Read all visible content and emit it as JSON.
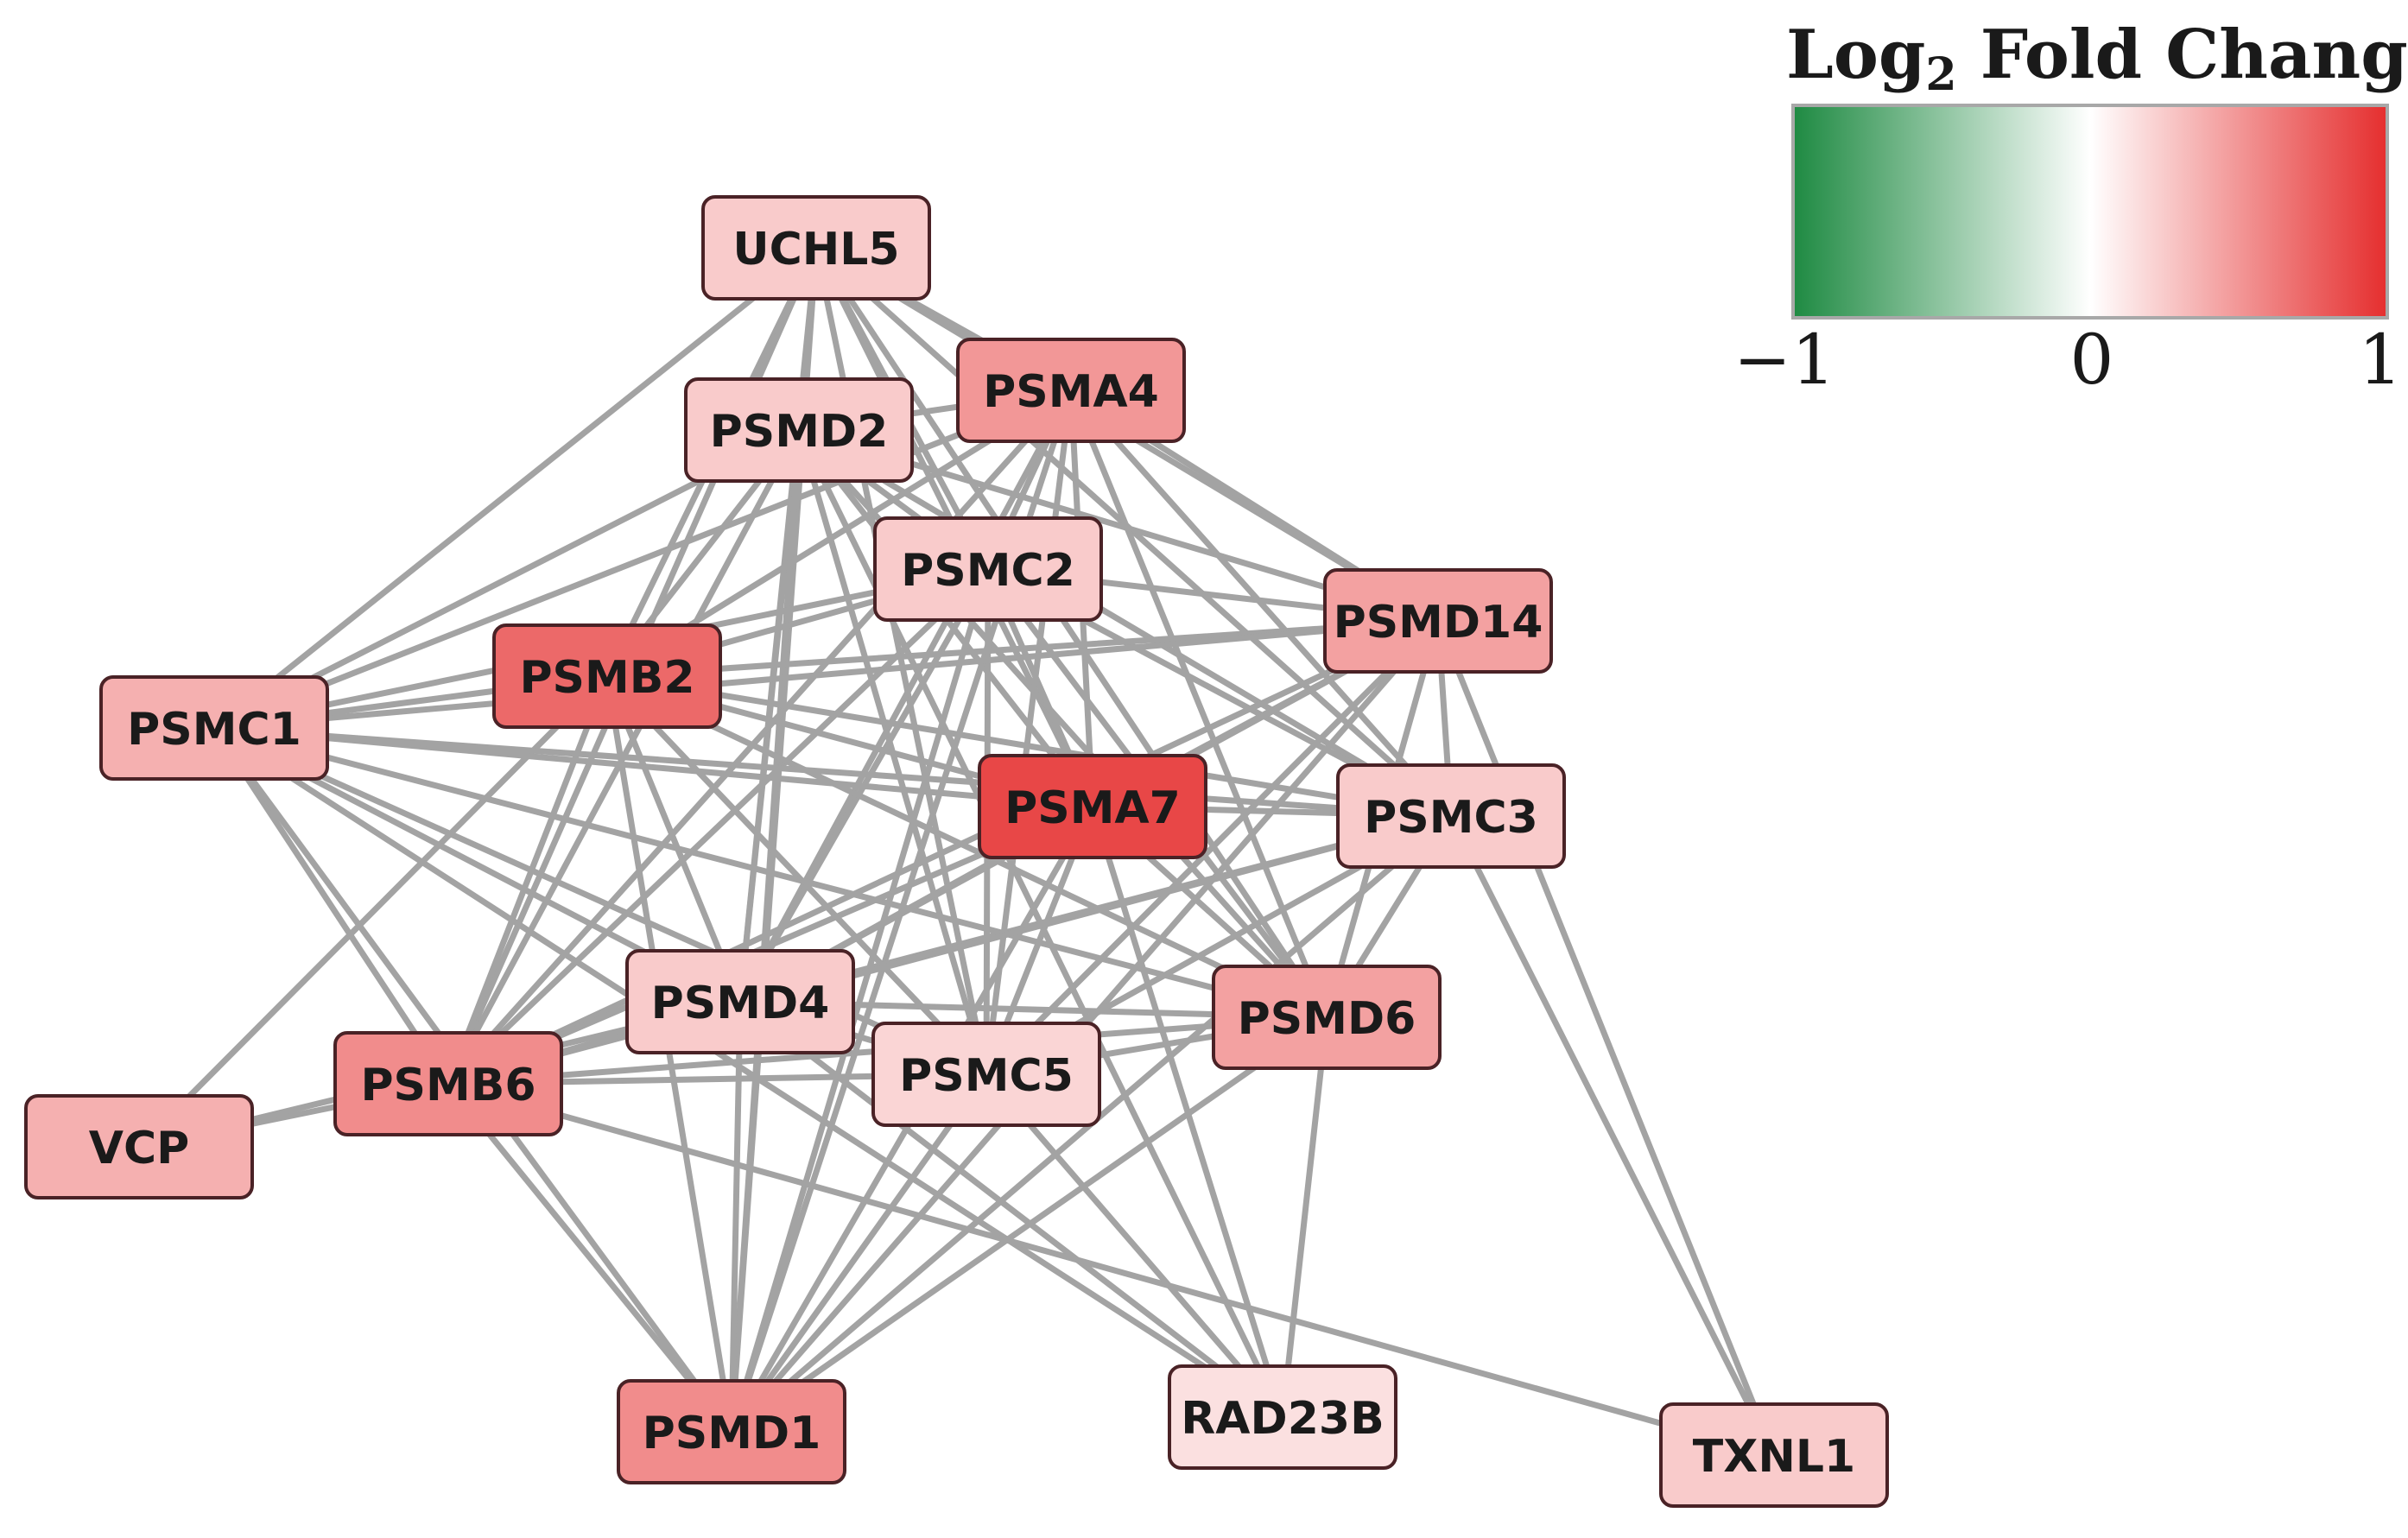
{
  "legend": {
    "title_prefix": "Log",
    "title_subscript": "2",
    "title_suffix": " Fold Change",
    "min_label": "−1",
    "mid_label": "0",
    "max_label": "1",
    "min_value": -1,
    "mid_value": 0,
    "max_value": 1,
    "colors": {
      "low": "#1e8a42",
      "mid": "#ffffff",
      "high": "#e52e2e"
    }
  },
  "edge_color": "#a3a3a3",
  "nodes": [
    {
      "id": "UCHL5",
      "label": "UCHL5",
      "log2fc": 0.25
    },
    {
      "id": "PSMD2",
      "label": "PSMD2",
      "log2fc": 0.25
    },
    {
      "id": "PSMA4",
      "label": "PSMA4",
      "log2fc": 0.5
    },
    {
      "id": "PSMC2",
      "label": "PSMC2",
      "log2fc": 0.25
    },
    {
      "id": "PSMD14",
      "label": "PSMD14",
      "log2fc": 0.45
    },
    {
      "id": "PSMB2",
      "label": "PSMB2",
      "log2fc": 0.72
    },
    {
      "id": "PSMC1",
      "label": "PSMC1",
      "log2fc": 0.38
    },
    {
      "id": "PSMA7",
      "label": "PSMA7",
      "log2fc": 0.88
    },
    {
      "id": "PSMC3",
      "label": "PSMC3",
      "log2fc": 0.25
    },
    {
      "id": "PSMD4",
      "label": "PSMD4",
      "log2fc": 0.25
    },
    {
      "id": "PSMD6",
      "label": "PSMD6",
      "log2fc": 0.45
    },
    {
      "id": "PSMB6",
      "label": "PSMB6",
      "log2fc": 0.55
    },
    {
      "id": "PSMC5",
      "label": "PSMC5",
      "log2fc": 0.2
    },
    {
      "id": "VCP",
      "label": "VCP",
      "log2fc": 0.38
    },
    {
      "id": "PSMD1",
      "label": "PSMD1",
      "log2fc": 0.55
    },
    {
      "id": "RAD23B",
      "label": "RAD23B",
      "log2fc": 0.15
    },
    {
      "id": "TXNL1",
      "label": "TXNL1",
      "log2fc": 0.25
    }
  ],
  "edges": [
    [
      "UCHL5",
      "PSMD2"
    ],
    [
      "UCHL5",
      "PSMA4"
    ],
    [
      "UCHL5",
      "PSMC2"
    ],
    [
      "UCHL5",
      "PSMD14"
    ],
    [
      "UCHL5",
      "PSMB2"
    ],
    [
      "UCHL5",
      "PSMC1"
    ],
    [
      "UCHL5",
      "PSMA7"
    ],
    [
      "UCHL5",
      "PSMC3"
    ],
    [
      "UCHL5",
      "PSMD4"
    ],
    [
      "UCHL5",
      "PSMD6"
    ],
    [
      "UCHL5",
      "PSMB6"
    ],
    [
      "UCHL5",
      "PSMC5"
    ],
    [
      "UCHL5",
      "PSMD1"
    ],
    [
      "PSMD2",
      "PSMA4"
    ],
    [
      "PSMD2",
      "PSMC2"
    ],
    [
      "PSMD2",
      "PSMD14"
    ],
    [
      "PSMD2",
      "PSMB2"
    ],
    [
      "PSMD2",
      "PSMC1"
    ],
    [
      "PSMD2",
      "PSMA7"
    ],
    [
      "PSMD2",
      "PSMC3"
    ],
    [
      "PSMD2",
      "PSMD4"
    ],
    [
      "PSMD2",
      "PSMD6"
    ],
    [
      "PSMD2",
      "PSMB6"
    ],
    [
      "PSMD2",
      "PSMC5"
    ],
    [
      "PSMD2",
      "PSMD1"
    ],
    [
      "PSMD2",
      "RAD23B"
    ],
    [
      "PSMA4",
      "PSMC2"
    ],
    [
      "PSMA4",
      "PSMD14"
    ],
    [
      "PSMA4",
      "PSMB2"
    ],
    [
      "PSMA4",
      "PSMC1"
    ],
    [
      "PSMA4",
      "PSMA7"
    ],
    [
      "PSMA4",
      "PSMC3"
    ],
    [
      "PSMA4",
      "PSMD4"
    ],
    [
      "PSMA4",
      "PSMD6"
    ],
    [
      "PSMA4",
      "PSMB6"
    ],
    [
      "PSMA4",
      "PSMC5"
    ],
    [
      "PSMA4",
      "PSMD1"
    ],
    [
      "PSMC2",
      "PSMD14"
    ],
    [
      "PSMC2",
      "PSMB2"
    ],
    [
      "PSMC2",
      "PSMC1"
    ],
    [
      "PSMC2",
      "PSMA7"
    ],
    [
      "PSMC2",
      "PSMC3"
    ],
    [
      "PSMC2",
      "PSMD4"
    ],
    [
      "PSMC2",
      "PSMD6"
    ],
    [
      "PSMC2",
      "PSMB6"
    ],
    [
      "PSMC2",
      "PSMC5"
    ],
    [
      "PSMC2",
      "PSMD1"
    ],
    [
      "PSMD14",
      "PSMB2"
    ],
    [
      "PSMD14",
      "PSMC1"
    ],
    [
      "PSMD14",
      "PSMA7"
    ],
    [
      "PSMD14",
      "PSMC3"
    ],
    [
      "PSMD14",
      "PSMD4"
    ],
    [
      "PSMD14",
      "PSMD6"
    ],
    [
      "PSMD14",
      "PSMB6"
    ],
    [
      "PSMD14",
      "PSMC5"
    ],
    [
      "PSMD14",
      "PSMD1"
    ],
    [
      "PSMD14",
      "TXNL1"
    ],
    [
      "PSMB2",
      "PSMC1"
    ],
    [
      "PSMB2",
      "PSMA7"
    ],
    [
      "PSMB2",
      "PSMC3"
    ],
    [
      "PSMB2",
      "PSMD4"
    ],
    [
      "PSMB2",
      "PSMD6"
    ],
    [
      "PSMB2",
      "PSMB6"
    ],
    [
      "PSMB2",
      "PSMC5"
    ],
    [
      "PSMB2",
      "PSMD1"
    ],
    [
      "PSMB2",
      "VCP"
    ],
    [
      "PSMC1",
      "PSMA7"
    ],
    [
      "PSMC1",
      "PSMC3"
    ],
    [
      "PSMC1",
      "PSMD4"
    ],
    [
      "PSMC1",
      "PSMD6"
    ],
    [
      "PSMC1",
      "PSMB6"
    ],
    [
      "PSMC1",
      "PSMC5"
    ],
    [
      "PSMC1",
      "PSMD1"
    ],
    [
      "PSMC1",
      "RAD23B"
    ],
    [
      "PSMA7",
      "PSMC3"
    ],
    [
      "PSMA7",
      "PSMD4"
    ],
    [
      "PSMA7",
      "PSMD6"
    ],
    [
      "PSMA7",
      "PSMB6"
    ],
    [
      "PSMA7",
      "PSMC5"
    ],
    [
      "PSMA7",
      "PSMD1"
    ],
    [
      "PSMA7",
      "RAD23B"
    ],
    [
      "PSMC3",
      "PSMD4"
    ],
    [
      "PSMC3",
      "PSMD6"
    ],
    [
      "PSMC3",
      "PSMB6"
    ],
    [
      "PSMC3",
      "PSMC5"
    ],
    [
      "PSMC3",
      "PSMD1"
    ],
    [
      "PSMC3",
      "TXNL1"
    ],
    [
      "PSMD4",
      "PSMD6"
    ],
    [
      "PSMD4",
      "PSMB6"
    ],
    [
      "PSMD4",
      "PSMC5"
    ],
    [
      "PSMD4",
      "PSMD1"
    ],
    [
      "PSMD4",
      "RAD23B"
    ],
    [
      "PSMD6",
      "PSMB6"
    ],
    [
      "PSMD6",
      "PSMC5"
    ],
    [
      "PSMD6",
      "PSMD1"
    ],
    [
      "PSMD6",
      "RAD23B"
    ],
    [
      "PSMB6",
      "PSMC5"
    ],
    [
      "PSMB6",
      "PSMD1"
    ],
    [
      "PSMB6",
      "VCP"
    ],
    [
      "PSMB6",
      "TXNL1"
    ],
    [
      "PSMC5",
      "PSMD1"
    ],
    [
      "PSMC5",
      "RAD23B"
    ],
    [
      "VCP",
      "PSMD4"
    ]
  ]
}
